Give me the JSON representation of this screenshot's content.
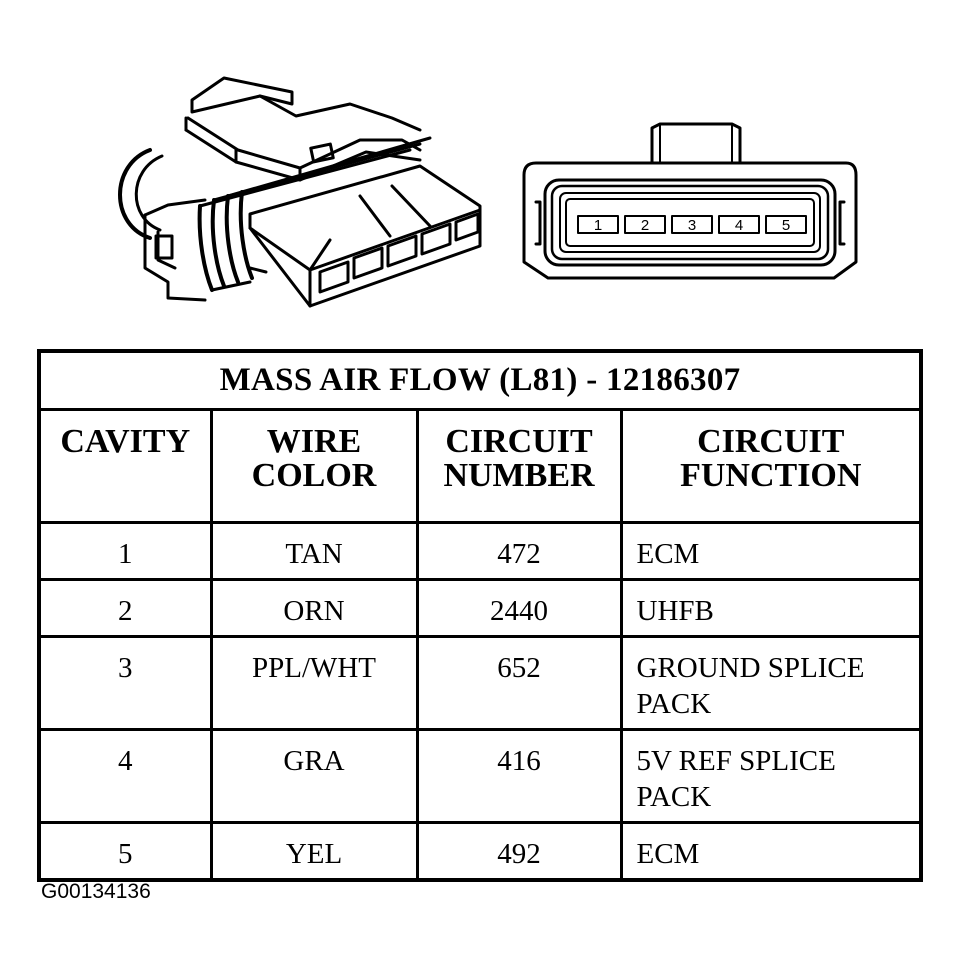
{
  "table": {
    "title": "MASS AIR FLOW (L81) - 12186307",
    "headers": [
      [
        "CAVITY"
      ],
      [
        "WIRE",
        "COLOR"
      ],
      [
        "CIRCUIT",
        "NUMBER"
      ],
      [
        "CIRCUIT",
        "FUNCTION"
      ]
    ],
    "rows": [
      {
        "cavity": "1",
        "wire_color": "TAN",
        "circuit_number": "472",
        "circuit_function": [
          "ECM"
        ]
      },
      {
        "cavity": "2",
        "wire_color": "ORN",
        "circuit_number": "2440",
        "circuit_function": [
          "UHFB"
        ]
      },
      {
        "cavity": "3",
        "wire_color": "PPL/WHT",
        "circuit_number": "652",
        "circuit_function": [
          "GROUND SPLICE",
          "PACK"
        ]
      },
      {
        "cavity": "4",
        "wire_color": "GRA",
        "circuit_number": "416",
        "circuit_function": [
          "5V REF SPLICE",
          "PACK"
        ]
      },
      {
        "cavity": "5",
        "wire_color": "YEL",
        "circuit_number": "492",
        "circuit_function": [
          "ECM"
        ]
      }
    ]
  },
  "connector_face": {
    "pin_labels": [
      "1",
      "2",
      "3",
      "4",
      "5"
    ]
  },
  "figure_id": "G00134136"
}
